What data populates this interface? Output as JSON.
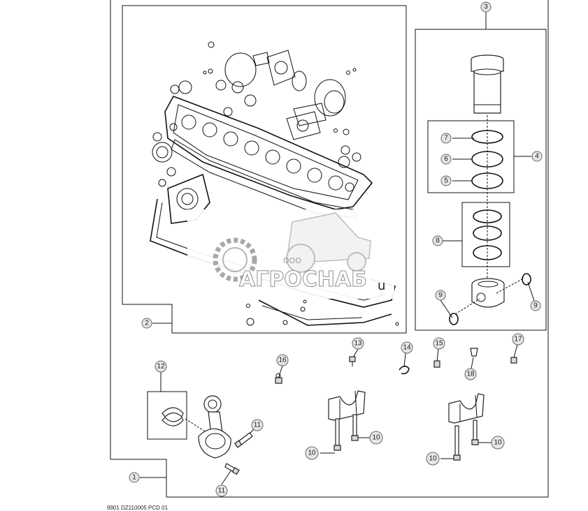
{
  "callouts": {
    "c1": "1",
    "c2": "2",
    "c3": "3",
    "c4": "4",
    "c5": "5",
    "c6": "6",
    "c7": "7",
    "c8": "8",
    "c9a": "9",
    "c9b": "9",
    "c10a": "10",
    "c10b": "10",
    "c10c": "10",
    "c10d": "10",
    "c11a": "11",
    "c11b": "11",
    "c12": "12",
    "c13": "13",
    "c14": "14",
    "c15": "15",
    "c16": "16",
    "c17": "17",
    "c18": "18"
  },
  "watermark": {
    "company_prefix": "ООО",
    "company_name": "АГРОСНАБ",
    "suffix": "u"
  },
  "footer": {
    "code": "9901  DZ110005  PCD  01"
  }
}
